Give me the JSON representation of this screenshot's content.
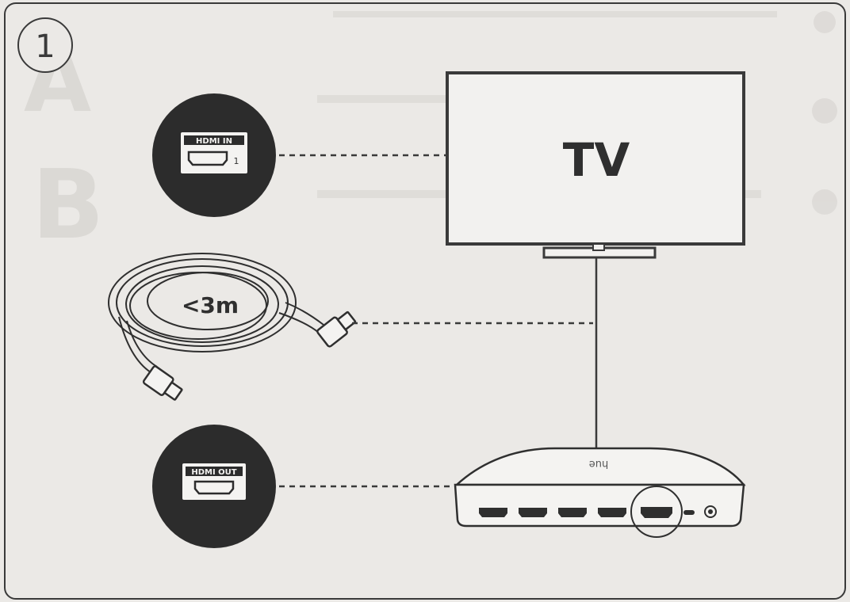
{
  "step": {
    "number": "1"
  },
  "tv": {
    "label": "TV"
  },
  "cable": {
    "length_label": "<3m"
  },
  "ports": {
    "hdmi_in": {
      "label": "HDMI IN",
      "number": "1"
    },
    "hdmi_out": {
      "label": "HDMI OUT"
    }
  },
  "sync_box": {
    "brand": "hue"
  },
  "colors": {
    "background": "#ebe9e6",
    "frame": "#3a3a3a",
    "dark_badge": "#2c2c2c",
    "line": "#3a3a3a"
  },
  "icons": [
    "hdmi-in-port-icon",
    "hdmi-out-port-icon",
    "hdmi-cable-icon",
    "tv-icon",
    "hue-sync-box-icon"
  ]
}
